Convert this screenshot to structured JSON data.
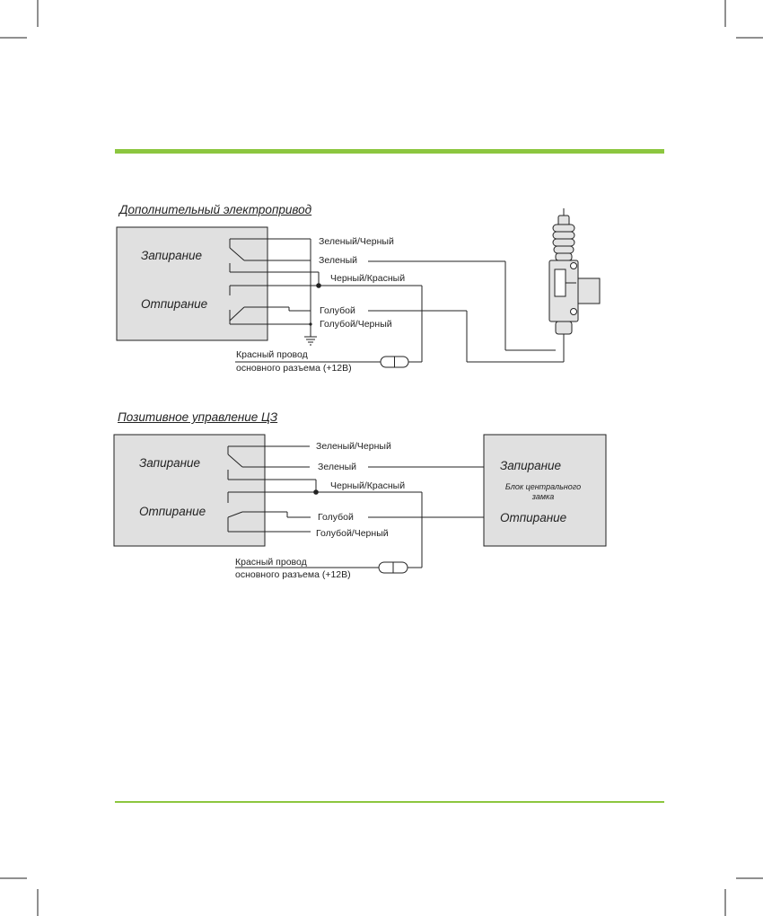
{
  "colors": {
    "accent_bar": "#8cc63f",
    "box_fill": "#e0e0e0",
    "line": "#222222"
  },
  "diagram1": {
    "title": "Дополнительный электропривод",
    "lock_label": "Запирание",
    "unlock_label": "Отпирание",
    "wires": {
      "green_black": "Зеленый/Черный",
      "green": "Зеленый",
      "black_red": "Черный/Красный",
      "blue": "Голубой",
      "blue_black": "Голубой/Черный"
    },
    "power_line1": "Красный провод",
    "power_line2": "основного разъема (+12В)",
    "icons": [
      "ground-icon",
      "fuse-icon",
      "actuator-icon"
    ]
  },
  "diagram2": {
    "title": "Позитивное управление ЦЗ",
    "lock_label": "Запирание",
    "unlock_label": "Отпирание",
    "wires": {
      "green_black": "Зеленый/Черный",
      "green": "Зеленый",
      "black_red": "Черный/Красный",
      "blue": "Голубой",
      "blue_black": "Голубой/Черный"
    },
    "power_line1": "Красный провод",
    "power_line2": "основного разъема (+12В)",
    "central_lock": {
      "lock_label": "Запирание",
      "name_line1": "Блок центрального",
      "name_line2": "замка",
      "unlock_label": "Отпирание"
    },
    "icons": [
      "fuse-icon"
    ]
  }
}
